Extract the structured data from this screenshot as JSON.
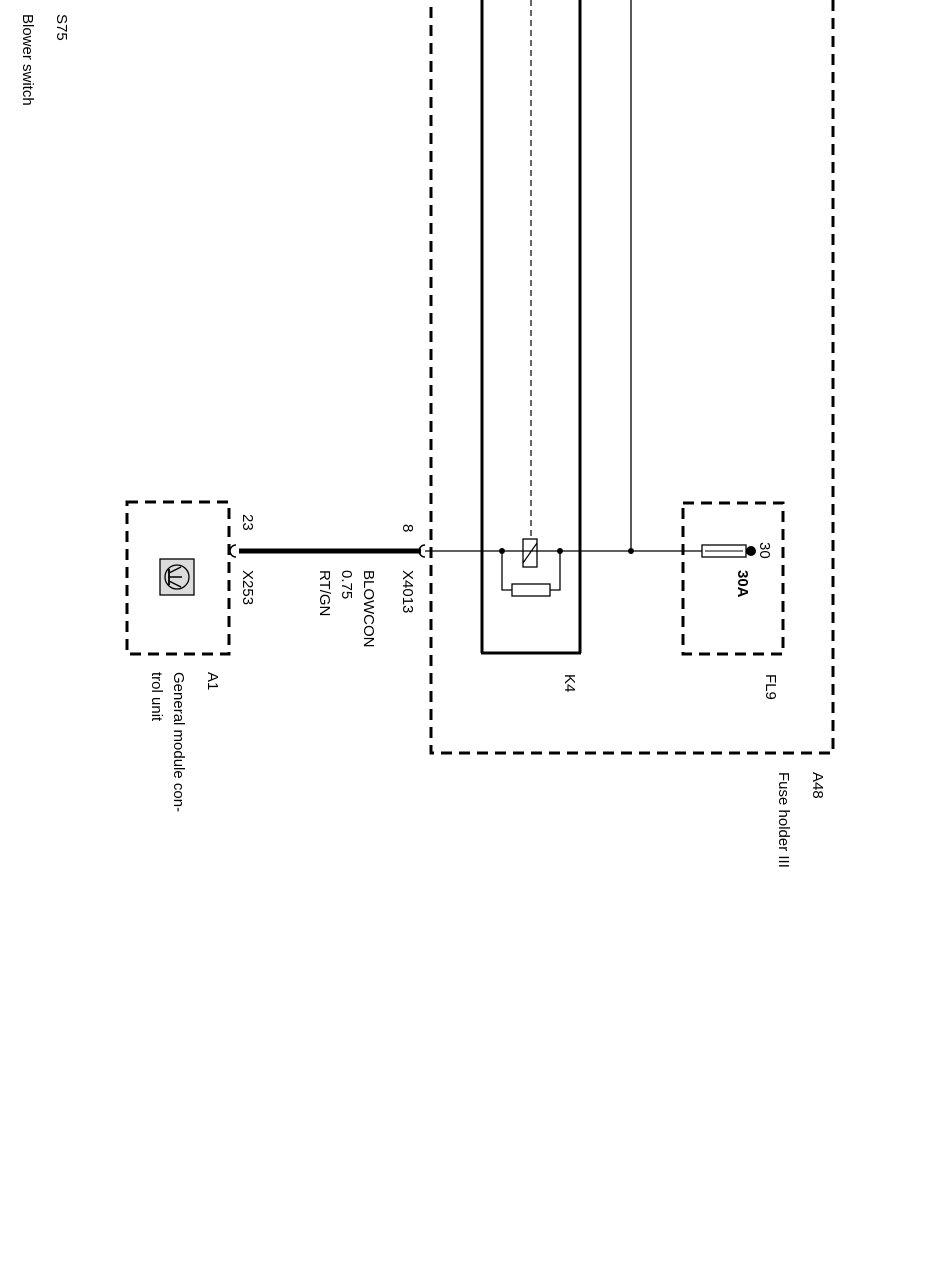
{
  "components": {
    "s75": {
      "ref": "S75",
      "name": "Blower switch"
    },
    "a48": {
      "ref": "A48",
      "name": "Fuse holder III"
    },
    "a1": {
      "ref": "A1",
      "name_line1": "General module con-",
      "name_line2": "trol unit"
    },
    "k4": {
      "ref": "K4"
    },
    "fl9": {
      "ref": "FL9",
      "pin": "30",
      "rating": "30A"
    }
  },
  "connectors": {
    "x4013": {
      "ref": "X4013",
      "pin": "8"
    },
    "x253": {
      "ref": "X253",
      "pin": "23"
    }
  },
  "wire": {
    "signal": "BLOWCON",
    "size": "0.75",
    "color_code": "RT/GN"
  },
  "colors": {
    "module_fill": "#dcdcdc",
    "line": "#000000",
    "background": "#ffffff"
  }
}
